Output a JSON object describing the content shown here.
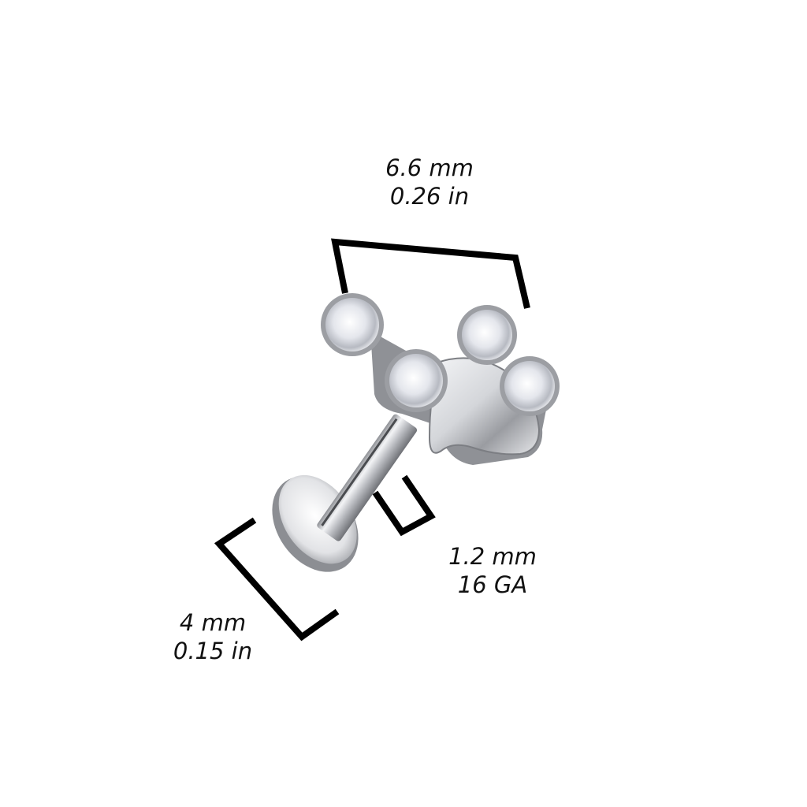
{
  "dimensions": {
    "top_width": {
      "mm": "6.6 mm",
      "in": "0.26 in"
    },
    "gauge": {
      "mm": "1.2 mm",
      "ga": "16 GA"
    },
    "disc_diameter": {
      "mm": "4 mm",
      "in": "0.15 in"
    }
  },
  "product": {
    "type": "paw-print labret stud",
    "stone_count": 4,
    "metal_color": "#c9cbcf",
    "stone_color": "#eef0f4",
    "bracket_color": "#000000"
  }
}
